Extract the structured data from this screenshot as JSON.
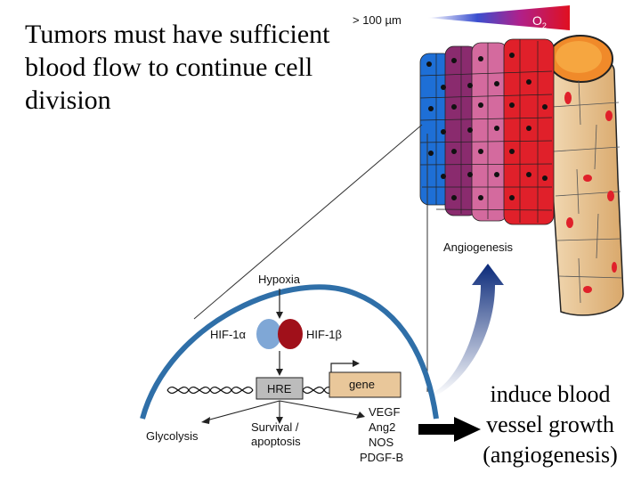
{
  "title": "Tumors must have sufficient blood flow to continue cell division",
  "caption": "induce blood vessel growth (angiogenesis)",
  "gradient_label": "> 100 µm",
  "oxygen_label": "O",
  "oxygen_sub": "2",
  "angiogenesis_label": "Angiogenesis",
  "hypoxia_label": "Hypoxia",
  "hif1a_label": "HIF-1α",
  "hif1b_label": "HIF-1β",
  "hre_label": "HRE",
  "gene_label": "gene",
  "glycolysis_label": "Glycolysis",
  "survival_label_1": "Survival /",
  "survival_label_2": "apoptosis",
  "targets": [
    "VEGF",
    "Ang2",
    "NOS",
    "PDGF-B"
  ],
  "colors": {
    "hypoxic_blue": "#1e6fd6",
    "tumor_purple": "#8a2b6e",
    "tumor_pink": "#d46a9e",
    "tumor_red": "#e0202a",
    "vessel_tan": "#e8c79a",
    "membrane_blue": "#2f6fa8",
    "hif1a": "#7fa7d6",
    "hif1b": "#a0101a",
    "gene_box": "#e9c79a"
  }
}
